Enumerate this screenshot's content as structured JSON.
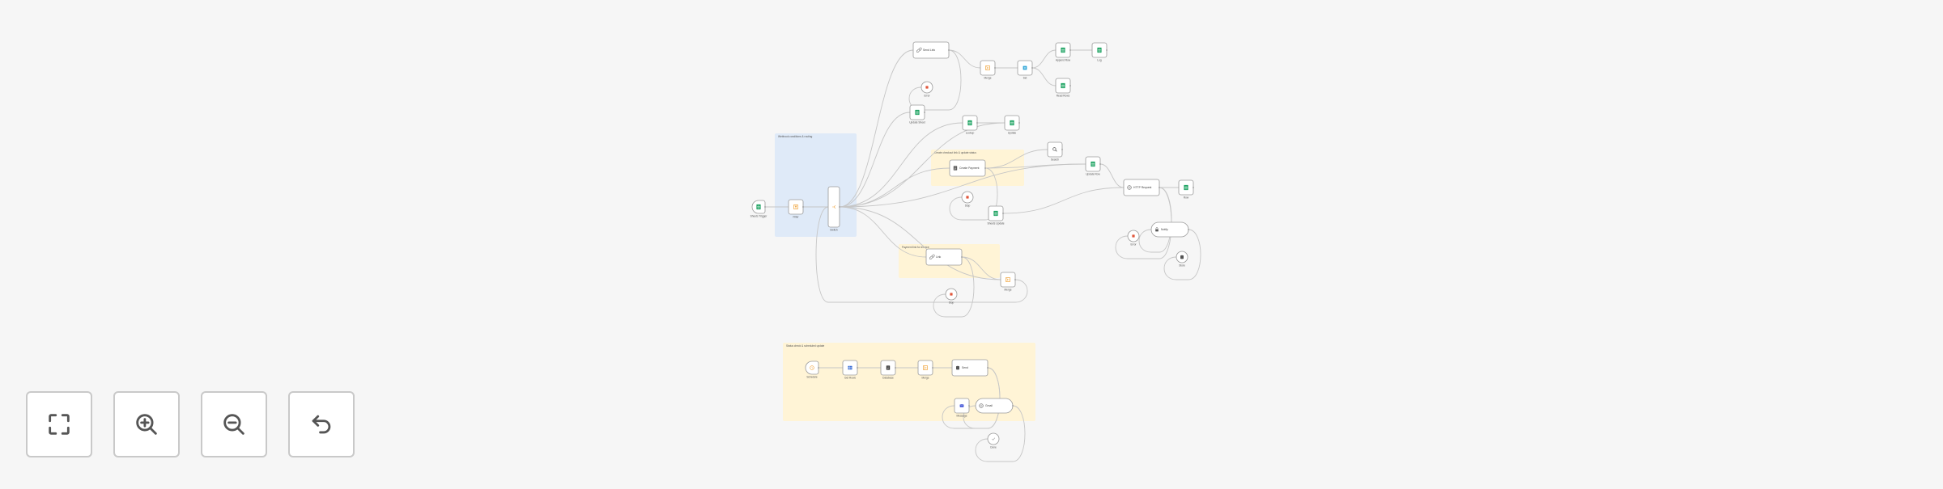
{
  "canvas": {
    "groups": [
      {
        "id": "g1",
        "label": "Webhook conditions & routing",
        "color": "#dfeaf8"
      },
      {
        "id": "g2",
        "label": "Create checkout link & update status",
        "color": "#fff4d6"
      },
      {
        "id": "g3",
        "label": "Payment link for invoice",
        "color": "#fff4d6"
      },
      {
        "id": "g4",
        "label": "Status check & scheduled update",
        "color": "#fff4d6"
      }
    ],
    "nodes": [
      {
        "id": "n1",
        "label": "Sheets Trigger",
        "sub": "",
        "icon": "sheets",
        "color": "#1fa463",
        "type": "trigger"
      },
      {
        "id": "n2",
        "label": "Filter",
        "sub": "",
        "icon": "filter",
        "color": "#f0a640",
        "type": "std"
      },
      {
        "id": "n3",
        "label": "Switch",
        "sub": "",
        "icon": "switch",
        "color": "#f0a640",
        "type": "switch"
      },
      {
        "id": "n4",
        "label": "Send Link",
        "sub": "",
        "icon": "link",
        "color": "#7a7a7a",
        "type": "wide"
      },
      {
        "id": "n5",
        "label": "Error",
        "sub": "",
        "icon": "stop",
        "color": "#e0563b",
        "type": "circle"
      },
      {
        "id": "n6",
        "label": "Update Sheet",
        "sub": "",
        "icon": "sheets",
        "color": "#1fa463",
        "type": "std"
      },
      {
        "id": "n7",
        "label": "Merge",
        "sub": "",
        "icon": "merge",
        "color": "#f0a640",
        "type": "std"
      },
      {
        "id": "n8",
        "label": "Set",
        "sub": "",
        "icon": "set",
        "color": "#2aa3d6",
        "type": "std"
      },
      {
        "id": "n9",
        "label": "Append Row",
        "sub": "",
        "icon": "sheets",
        "color": "#1fa463",
        "type": "std"
      },
      {
        "id": "n10",
        "label": "Log",
        "sub": "",
        "icon": "sheets",
        "color": "#1fa463",
        "type": "std"
      },
      {
        "id": "n11",
        "label": "Read Rows",
        "sub": "",
        "icon": "sheets",
        "color": "#1fa463",
        "type": "std"
      },
      {
        "id": "n12",
        "label": "Lookup",
        "sub": "",
        "icon": "sheets",
        "color": "#1fa463",
        "type": "std"
      },
      {
        "id": "n13",
        "label": "Update",
        "sub": "",
        "icon": "sheets",
        "color": "#1fa463",
        "type": "std"
      },
      {
        "id": "n14",
        "label": "Create Payment",
        "sub": "",
        "icon": "doc",
        "color": "#555555",
        "type": "wide"
      },
      {
        "id": "n15",
        "label": "Stop",
        "sub": "",
        "icon": "stop",
        "color": "#e0563b",
        "type": "circle"
      },
      {
        "id": "n16",
        "label": "Search",
        "sub": "",
        "icon": "search",
        "color": "#555555",
        "type": "std"
      },
      {
        "id": "n17",
        "label": "Update Row",
        "sub": "",
        "icon": "sheets",
        "color": "#1fa463",
        "type": "std"
      },
      {
        "id": "n18",
        "label": "Sheets Update",
        "sub": "",
        "icon": "sheets",
        "color": "#1fa463",
        "type": "std"
      },
      {
        "id": "n19",
        "label": "HTTP Request",
        "sub": "",
        "icon": "http",
        "color": "#777777",
        "type": "wide"
      },
      {
        "id": "n20",
        "label": "Row",
        "sub": "",
        "icon": "sheets",
        "color": "#1fa463",
        "type": "std"
      },
      {
        "id": "n21",
        "label": "Error",
        "sub": "",
        "icon": "stop",
        "color": "#e0563b",
        "type": "circle"
      },
      {
        "id": "n22",
        "label": "Notify",
        "sub": "",
        "icon": "lock",
        "color": "#555555",
        "type": "pill"
      },
      {
        "id": "n23",
        "label": "Store",
        "sub": "",
        "icon": "db",
        "color": "#555555",
        "type": "circle"
      },
      {
        "id": "n24",
        "label": "Link",
        "sub": "",
        "icon": "link",
        "color": "#7a7a7a",
        "type": "wide"
      },
      {
        "id": "n25",
        "label": "Merge",
        "sub": "",
        "icon": "merge",
        "color": "#f0a640",
        "type": "std"
      },
      {
        "id": "n26",
        "label": "Stop",
        "sub": "",
        "icon": "stop",
        "color": "#e0563b",
        "type": "circle"
      },
      {
        "id": "n27",
        "label": "Schedule",
        "sub": "",
        "icon": "clock",
        "color": "#f0a640",
        "type": "trigger"
      },
      {
        "id": "n28",
        "label": "Get Rows",
        "sub": "",
        "icon": "table",
        "color": "#3b6fd6",
        "type": "std"
      },
      {
        "id": "n29",
        "label": "Database",
        "sub": "",
        "icon": "doc",
        "color": "#333333",
        "type": "std"
      },
      {
        "id": "n30",
        "label": "Merge",
        "sub": "",
        "icon": "merge",
        "color": "#f0a640",
        "type": "std"
      },
      {
        "id": "n31",
        "label": "Send",
        "sub": "",
        "icon": "db",
        "color": "#555555",
        "type": "wide"
      },
      {
        "id": "n32",
        "label": "Message",
        "sub": "",
        "icon": "mail",
        "color": "#3b4fd6",
        "type": "std"
      },
      {
        "id": "n33",
        "label": "Gmail",
        "sub": "",
        "icon": "http",
        "color": "#777777",
        "type": "pill"
      },
      {
        "id": "n34",
        "label": "Done",
        "sub": "",
        "icon": "check",
        "color": "#999999",
        "type": "circle"
      }
    ],
    "edges": [
      [
        "n1",
        "n2"
      ],
      [
        "n2",
        "n3"
      ],
      [
        "n3",
        "n4"
      ],
      [
        "n3",
        "n6"
      ],
      [
        "n3",
        "n14"
      ],
      [
        "n3",
        "n17"
      ],
      [
        "n3",
        "n12"
      ],
      [
        "n3",
        "n24"
      ],
      [
        "n3",
        "n13"
      ],
      [
        "n3",
        "n25"
      ],
      [
        "n4",
        "n5"
      ],
      [
        "n4",
        "n7"
      ],
      [
        "n7",
        "n8"
      ],
      [
        "n8",
        "n9"
      ],
      [
        "n8",
        "n11"
      ],
      [
        "n9",
        "n10"
      ],
      [
        "n12",
        "n13"
      ],
      [
        "n14",
        "n15"
      ],
      [
        "n14",
        "n16"
      ],
      [
        "n14",
        "n17"
      ],
      [
        "n17",
        "n19"
      ],
      [
        "n18",
        "n19"
      ],
      [
        "n19",
        "n20"
      ],
      [
        "n19",
        "n21"
      ],
      [
        "n19",
        "n22"
      ],
      [
        "n22",
        "n23"
      ],
      [
        "n24",
        "n25"
      ],
      [
        "n24",
        "n26"
      ],
      [
        "n25",
        "n3"
      ],
      [
        "n27",
        "n28"
      ],
      [
        "n28",
        "n29"
      ],
      [
        "n29",
        "n30"
      ],
      [
        "n30",
        "n31"
      ],
      [
        "n31",
        "n32"
      ],
      [
        "n31",
        "n33"
      ],
      [
        "n33",
        "n34"
      ]
    ]
  },
  "controls": [
    {
      "name": "fit-view-button",
      "icon": "fit"
    },
    {
      "name": "zoom-in-button",
      "icon": "zoom-in"
    },
    {
      "name": "zoom-out-button",
      "icon": "zoom-out"
    },
    {
      "name": "undo-button",
      "icon": "undo"
    }
  ]
}
